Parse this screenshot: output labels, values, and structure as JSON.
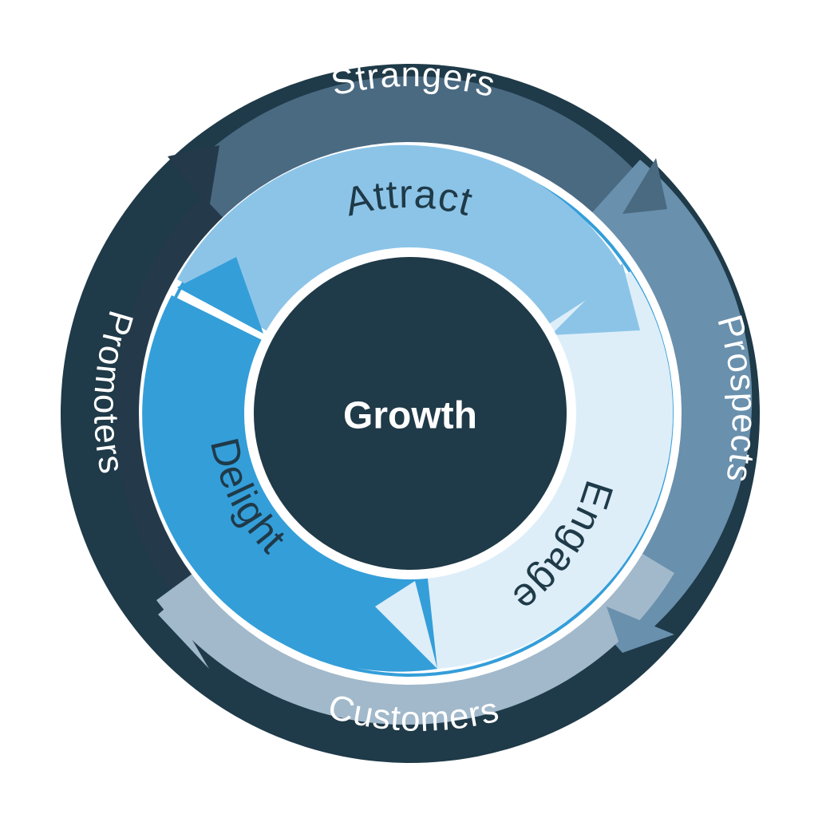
{
  "diagram": {
    "center": {
      "label": "Growth"
    },
    "inner_ring": [
      {
        "label": "Attract"
      },
      {
        "label": "Engage"
      },
      {
        "label": "Delight"
      }
    ],
    "outer_ring": [
      {
        "label": "Strangers"
      },
      {
        "label": "Prospects"
      },
      {
        "label": "Customers"
      },
      {
        "label": "Promoters"
      }
    ]
  },
  "colors": {
    "border": "#1f3a48",
    "center": "#1f3a48",
    "outer_strangers": "#4a6a82",
    "outer_prospects": "#6990ad",
    "outer_customers": "#a1b9cb",
    "outer_promoters": "#243a4b",
    "inner_attract": "#8cc4e8",
    "inner_engage": "#ddeef9",
    "inner_delight": "#349ed9",
    "inner_ring_outline": "#349ed9",
    "inner_text": "#1f3a48"
  }
}
